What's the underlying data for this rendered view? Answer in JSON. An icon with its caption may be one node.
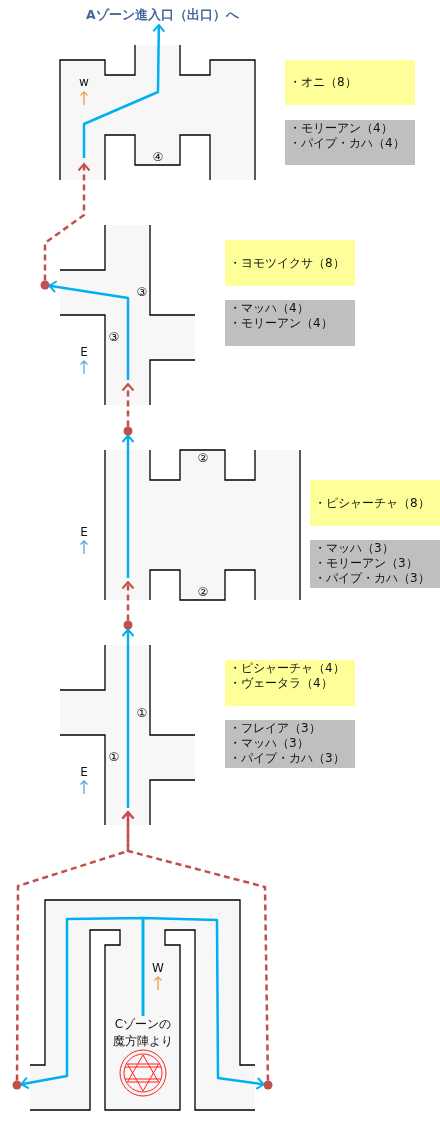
{
  "diagram": {
    "nodes": [
      {
        "text": [
          "Aゾーン進入口（出口）へ"
        ]
      },
      {
        "text": [
          "・オニ（8）"
        ]
      },
      {
        "text": [
          "・モリーアン（4）",
          "・パイプ・カハ（4）"
        ]
      },
      {
        "text": [],
        "shape": "circle"
      },
      {
        "text": [
          "・ヨモツイクサ（8）"
        ]
      },
      {
        "text": [
          "・マッハ（4）",
          "・モリーアン（4）"
        ]
      },
      {
        "text": [],
        "shape": "circle"
      },
      {
        "text": [
          "・ピシャーチャ（8）"
        ]
      },
      {
        "text": [
          "・マッハ（3）",
          "・モリーアン（3）",
          "・パイプ・カハ（3）"
        ]
      },
      {
        "text": [],
        "shape": "circle"
      },
      {
        "text": [
          "・ピシャーチャ（4）",
          "・ヴェータラ（4）"
        ]
      },
      {
        "text": [
          "・フレイア（3）",
          "・マッハ（3）",
          "・パイプ・カハ（3）"
        ]
      },
      {
        "text": [
          "Cゾーンの魔方陣より"
        ]
      },
      {
        "text": [],
        "shape": "circle"
      },
      {
        "text": [],
        "shape": "circle"
      }
    ],
    "edges": [
      {
        "from": 12,
        "to": 13,
        "arrow": "to"
      },
      {
        "from": 12,
        "to": 14,
        "arrow": "to"
      },
      {
        "from": 13,
        "to": 9,
        "arrow": "to",
        "style": "dashed",
        "color": "#c0504d"
      },
      {
        "from": 14,
        "to": 9,
        "arrow": "to",
        "style": "dashed",
        "color": "#c0504d"
      },
      {
        "from": null,
        "to": 9,
        "arrow": "to"
      },
      {
        "from": 9,
        "to": null,
        "arrow": "to",
        "style": "dashed",
        "color": "#c0504d"
      },
      {
        "from": null,
        "to": 6,
        "arrow": "to"
      },
      {
        "from": 6,
        "to": 3,
        "arrow": "to",
        "style": "dashed",
        "color": "#c0504d"
      },
      {
        "from": null,
        "to": 3,
        "arrow": "to"
      },
      {
        "from": 3,
        "to": null,
        "arrow": "to",
        "style": "dashed",
        "color": "#c0504d"
      },
      {
        "from": null,
        "to": 0,
        "arrow": "to"
      }
    ],
    "labels": [
      "w",
      "④",
      "③",
      "③",
      "E",
      "②",
      "E",
      "②",
      "①",
      "①",
      "E",
      "W"
    ]
  }
}
